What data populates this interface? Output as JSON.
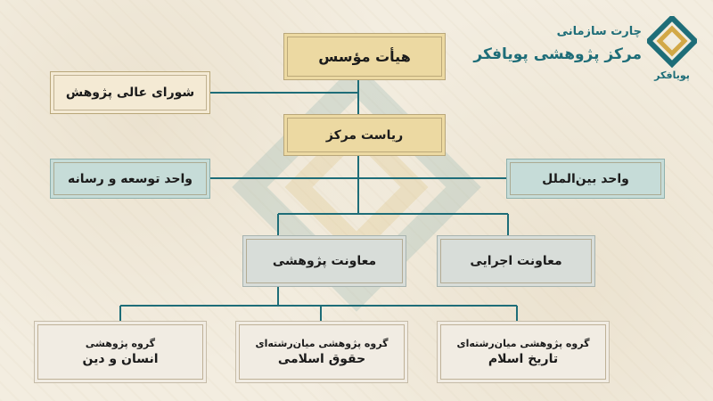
{
  "header": {
    "subtitle": "چارت سازمانی",
    "title": "مرکز پژوهشی پویافکر",
    "logo_text": "پویافکر"
  },
  "colors": {
    "teal": "#1e6d78",
    "gold": "#ecd9a2",
    "line": "#1e6d78"
  },
  "nodes": {
    "board": "هیأت مؤسس",
    "council": "شورای عالی پژوهش",
    "presidency": "ریاست مرکز",
    "development": "واحد توسعه و رسانه",
    "international": "واحد بین‌الملل",
    "research_deputy": "معاونت پژوهشی",
    "executive_deputy": "معاونت اجرایی",
    "group1": {
      "top": "گروه پژوهشی",
      "bottom": "انسان  و  دین"
    },
    "group2": {
      "top": "گروه پژوهشی میان‌رشته‌ای",
      "bottom": "حقوق اسلامی"
    },
    "group3": {
      "top": "گروه پژوهشی میان‌رشته‌ای",
      "bottom": "تاریخ اسلام"
    }
  }
}
